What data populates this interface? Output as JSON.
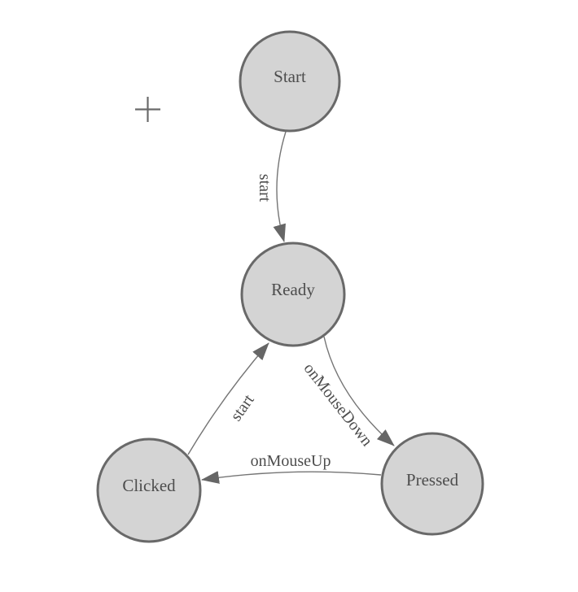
{
  "diagram": {
    "type": "state-machine",
    "nodes": [
      {
        "id": "start",
        "label": "Start"
      },
      {
        "id": "ready",
        "label": "Ready"
      },
      {
        "id": "pressed",
        "label": "Pressed"
      },
      {
        "id": "clicked",
        "label": "Clicked"
      }
    ],
    "edges": [
      {
        "from": "start",
        "to": "ready",
        "label": "start"
      },
      {
        "from": "ready",
        "to": "pressed",
        "label": "onMouseDown"
      },
      {
        "from": "pressed",
        "to": "clicked",
        "label": "onMouseUp"
      },
      {
        "from": "clicked",
        "to": "ready",
        "label": "start"
      }
    ],
    "colors": {
      "background": "#ffffff",
      "node_fill": "#d4d4d4",
      "node_stroke": "#696969",
      "edge_stroke": "#757575",
      "arrow_fill": "#666666",
      "text": "#4d4d4d",
      "crosshair": "#6a6a6a"
    },
    "cursor": {
      "icon": "crosshair-plus-icon"
    }
  }
}
